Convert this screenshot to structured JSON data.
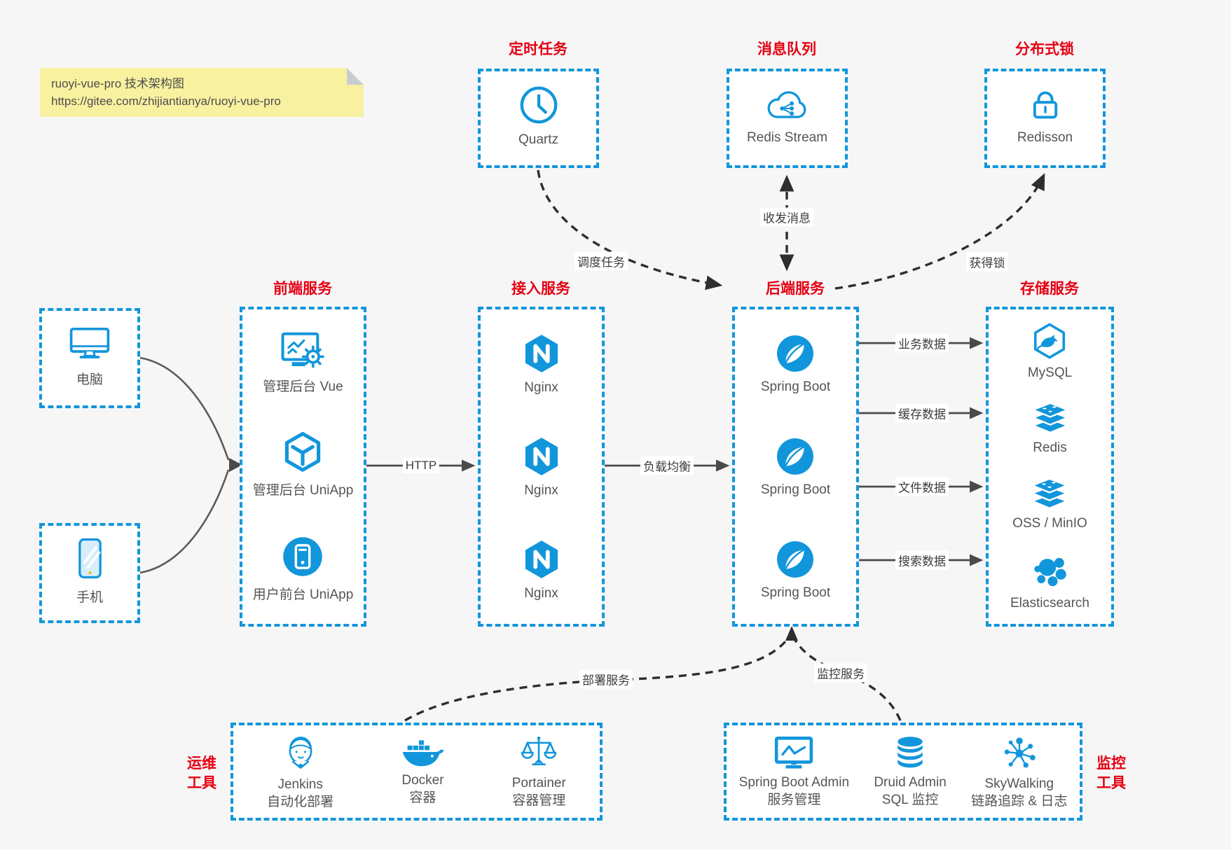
{
  "note": {
    "line1": "ruoyi-vue-pro 技术架构图",
    "line2": "https://gitee.com/zhijiantianya/ruoyi-vue-pro"
  },
  "top_groups": [
    {
      "title": "定时任务",
      "label": "Quartz",
      "icon": "clock-icon"
    },
    {
      "title": "消息队列",
      "label": "Redis Stream",
      "icon": "cloud-network-icon"
    },
    {
      "title": "分布式锁",
      "label": "Redisson",
      "icon": "padlock-icon"
    }
  ],
  "devices": [
    {
      "label": "电脑",
      "icon": "desktop-icon"
    },
    {
      "label": "手机",
      "icon": "smartphone-icon"
    }
  ],
  "groups": [
    {
      "title": "前端服务",
      "items": [
        {
          "label": "管理后台 Vue",
          "icon": "admin-dashboard-icon"
        },
        {
          "label": "管理后台 UniApp",
          "icon": "cube-icon"
        },
        {
          "label": "用户前台 UniApp",
          "icon": "mobile-app-icon"
        }
      ]
    },
    {
      "title": "接入服务",
      "items": [
        {
          "label": "Nginx",
          "icon": "nginx-icon"
        },
        {
          "label": "Nginx",
          "icon": "nginx-icon"
        },
        {
          "label": "Nginx",
          "icon": "nginx-icon"
        }
      ]
    },
    {
      "title": "后端服务",
      "items": [
        {
          "label": "Spring Boot",
          "icon": "spring-boot-icon"
        },
        {
          "label": "Spring Boot",
          "icon": "spring-boot-icon"
        },
        {
          "label": "Spring Boot",
          "icon": "spring-boot-icon"
        }
      ]
    },
    {
      "title": "存储服务",
      "items": [
        {
          "label": "MySQL",
          "icon": "mysql-icon"
        },
        {
          "label": "Redis",
          "icon": "layer-stack-icon"
        },
        {
          "label": "OSS / MinIO",
          "icon": "layer-stack-icon"
        },
        {
          "label": "Elasticsearch",
          "icon": "elasticsearch-icon"
        }
      ]
    }
  ],
  "ops_tools": {
    "side_line1": "运维",
    "side_line2": "工具",
    "items": [
      {
        "name": "Jenkins",
        "desc": "自动化部署",
        "icon": "jenkins-icon"
      },
      {
        "name": "Docker",
        "desc": "容器",
        "icon": "docker-icon"
      },
      {
        "name": "Portainer",
        "desc": "容器管理",
        "icon": "scales-icon"
      }
    ]
  },
  "monitor_tools": {
    "side_line1": "监控",
    "side_line2": "工具",
    "items": [
      {
        "name": "Spring Boot Admin",
        "desc": "服务管理",
        "icon": "monitor-chart-icon"
      },
      {
        "name": "Druid Admin",
        "desc": "SQL 监控",
        "icon": "database-icon"
      },
      {
        "name": "SkyWalking",
        "desc": "链路追踪 & 日志",
        "icon": "node-graph-icon"
      }
    ]
  },
  "edges": {
    "http": "HTTP",
    "load_balance": "负载均衡",
    "business_data": "业务数据",
    "cache_data": "缓存数据",
    "file_data": "文件数据",
    "search_data": "搜索数据",
    "schedule_task": "调度任务",
    "send_receive": "收发消息",
    "acquire_lock": "获得锁",
    "deploy_service": "部署服务",
    "monitor_service": "监控服务"
  },
  "colors": {
    "accent_blue": "#1296db",
    "title_red": "#e60012",
    "note_bg": "#f8f1a0",
    "solid_line": "#4a4a4a",
    "dashed_line": "#2e2e2e"
  }
}
